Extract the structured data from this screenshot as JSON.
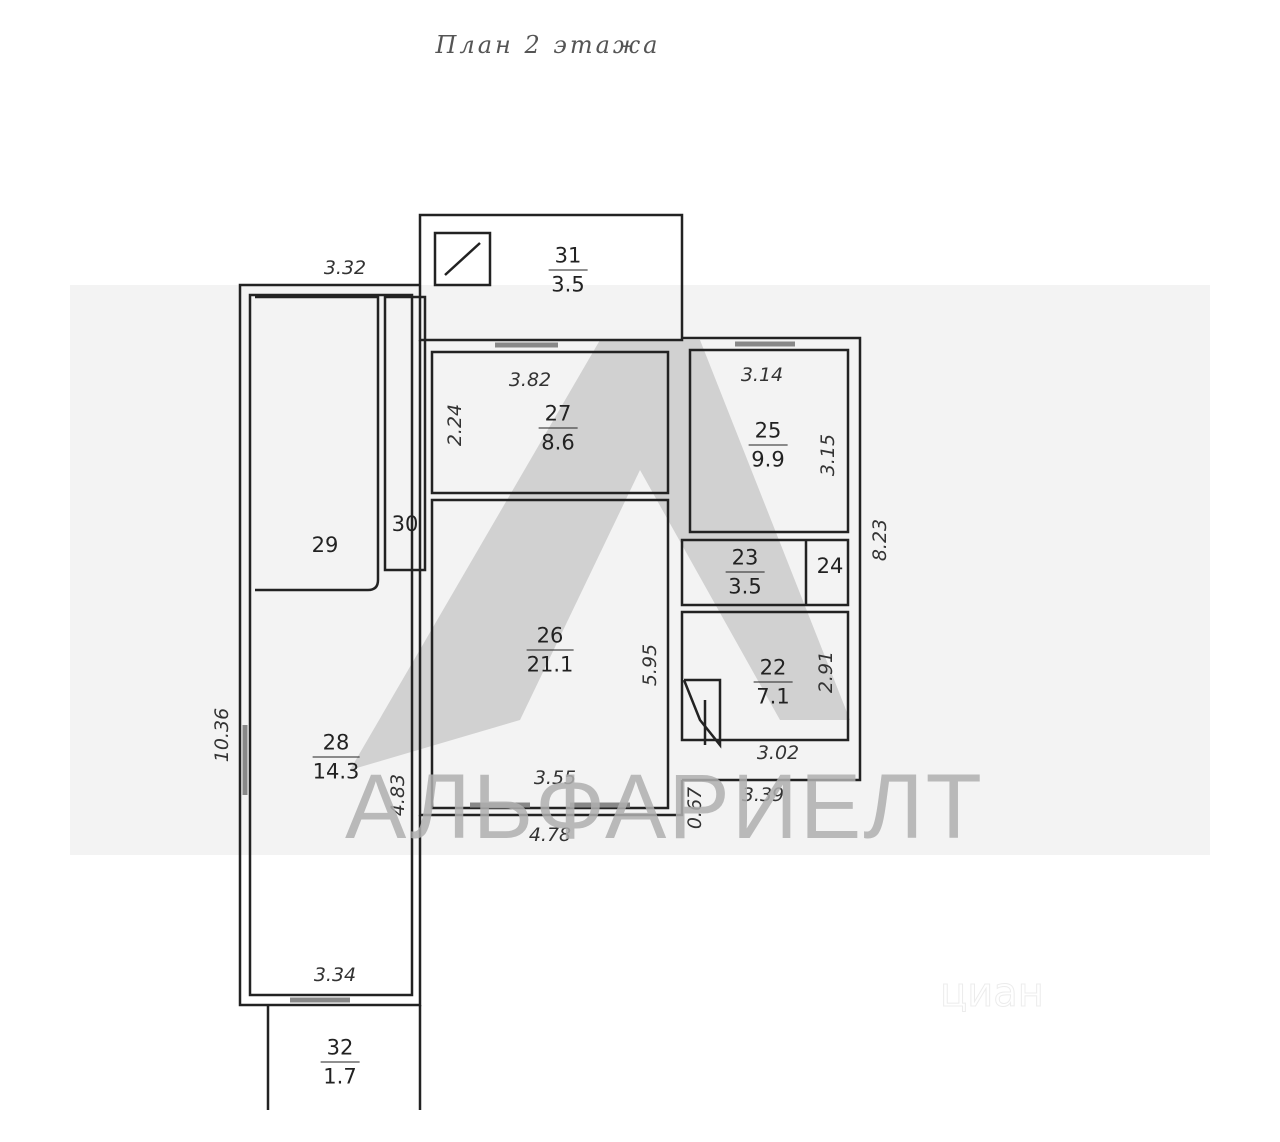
{
  "title": "План 2 этажа",
  "rooms": [
    {
      "num": "31",
      "area": "3.5"
    },
    {
      "num": "27",
      "area": "8.6"
    },
    {
      "num": "25",
      "area": "9.9"
    },
    {
      "num": "29",
      "area": ""
    },
    {
      "num": "30",
      "area": ""
    },
    {
      "num": "26",
      "area": "21.1"
    },
    {
      "num": "23",
      "area": "3.5"
    },
    {
      "num": "24",
      "area": ""
    },
    {
      "num": "22",
      "area": "7.1"
    },
    {
      "num": "28",
      "area": "14.3"
    },
    {
      "num": "32",
      "area": "1.7"
    }
  ],
  "dimensions": [
    "3.82",
    "2.24",
    "3.14",
    "3.15",
    "3.32",
    "8.23",
    "5.95",
    "2.91",
    "3.02",
    "3.39",
    "0.67",
    "3.55",
    "4.78",
    "4.83",
    "10.36",
    "3.34"
  ],
  "watermark": {
    "brand": "АЛЬФАРИЕЛТ",
    "site": "циан"
  }
}
